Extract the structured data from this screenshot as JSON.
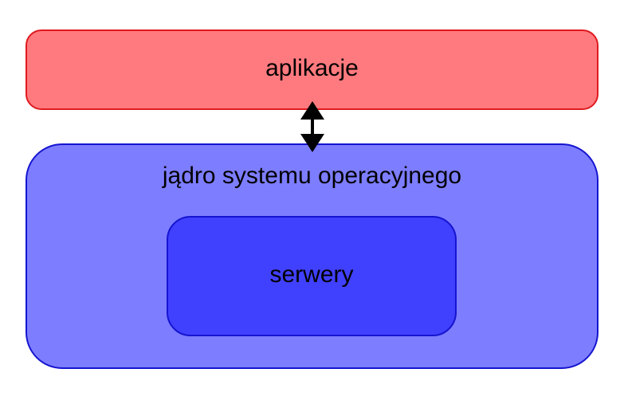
{
  "diagram": {
    "applications": {
      "label": "aplikacje",
      "fill": "#ff7a7e",
      "border": "#e01a1f"
    },
    "kernel": {
      "label": "jądro systemu operacyjnego",
      "fill": "#7d7dff",
      "border": "#1515d0"
    },
    "servers": {
      "label": "serwery",
      "fill": "#4040ff",
      "border": "#1515d0"
    },
    "connector": {
      "type": "bidirectional-arrow",
      "color": "#000000"
    }
  }
}
